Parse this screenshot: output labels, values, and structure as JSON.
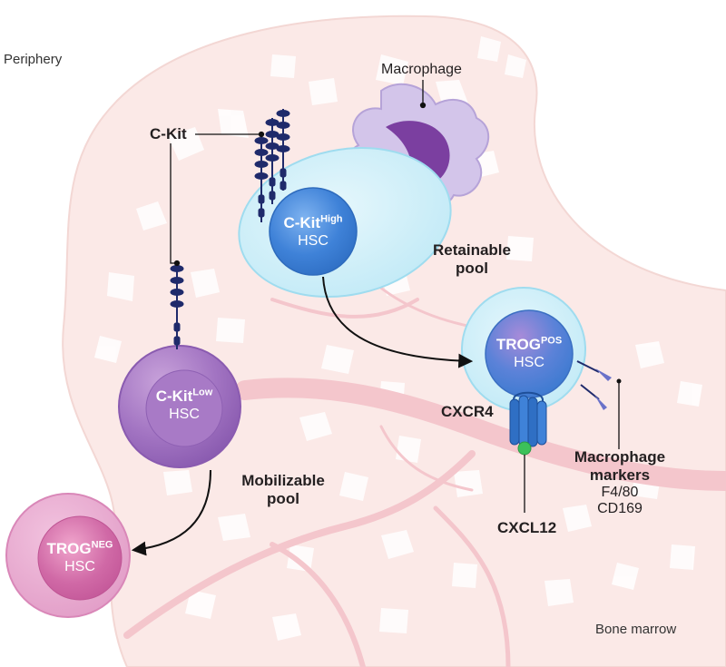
{
  "regions": {
    "periphery": "Periphery",
    "bone_marrow": "Bone marrow"
  },
  "labels": {
    "c_kit": "C-Kit",
    "macrophage": "Macrophage",
    "retainable_pool_1": "Retainable",
    "retainable_pool_2": "pool",
    "mobilizable_pool_1": "Mobilizable",
    "mobilizable_pool_2": "pool",
    "cxcr4": "CXCR4",
    "cxcl12": "CXCL12",
    "macrophage_markers_1": "Macrophage",
    "macrophage_markers_2": "markers",
    "f4_80": "F4/80",
    "cd169": "CD169"
  },
  "cells": {
    "ckit_high": {
      "name": "C-Kit",
      "sup": "High",
      "type": "HSC"
    },
    "ckit_low": {
      "name": "C-Kit",
      "sup": "Low",
      "type": "HSC"
    },
    "trog_pos": {
      "name": "TROG",
      "sup": "POS",
      "type": "HSC"
    },
    "trog_neg": {
      "name": "TROG",
      "sup": "NEG",
      "type": "HSC"
    }
  },
  "colors": {
    "marrow_fill": "#fbe9e7",
    "bone_pore": "#ffffff",
    "vessel": "#f4c6cc",
    "hsc_blue": "#4f8fe0",
    "niche_cell": "#cfeff8",
    "ckit_low_purple": "#a072c0",
    "trog_neg_pink": "#d26aa6",
    "macrophage": "#c9b8e3",
    "receptor_navy": "#1f2a6b",
    "cxcl12_green": "#3cc15a"
  }
}
